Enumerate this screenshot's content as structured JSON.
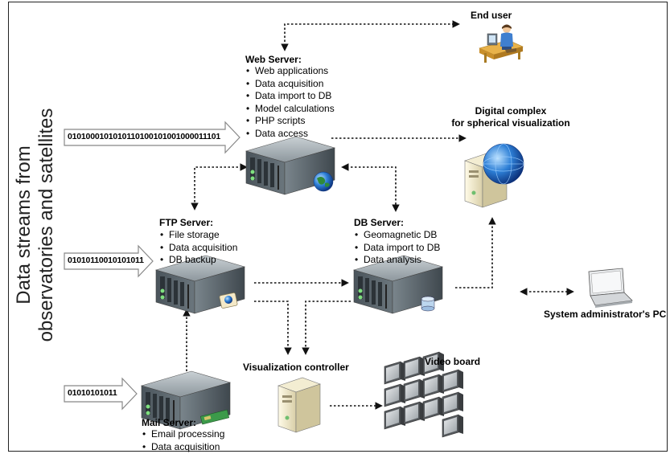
{
  "side_label": {
    "line1": "Data streams from",
    "line2": "observatories and satellites"
  },
  "end_user": {
    "title": "End user"
  },
  "web_server": {
    "title": "Web Server:",
    "items": [
      "Web applications",
      "Data acquisition",
      "Data import to DB",
      "Model calculations",
      "PHP scripts",
      "Data access"
    ]
  },
  "digital_complex": {
    "line1": "Digital complex",
    "line2": "for spherical visualization"
  },
  "ftp_server": {
    "title": "FTP Server:",
    "items": [
      "File storage",
      "Data acquisition",
      "DB backup"
    ]
  },
  "db_server": {
    "title": "DB Server:",
    "items": [
      "Geomagnetic DB",
      "Data import to DB",
      "Data analysis"
    ]
  },
  "sysadmin": {
    "title": "System administrator's PC"
  },
  "viz_controller": {
    "title": "Visualization controller"
  },
  "video_board": {
    "title": "Video board"
  },
  "mail_server": {
    "title": "Mail Server:",
    "items": [
      "Email processing",
      "Data acquisition"
    ]
  },
  "streams": {
    "web": "0101000101010110100101001000011101",
    "ftp": "01010110010101011",
    "mail": "01010101011"
  },
  "colors": {
    "arrow_outline": "#888888",
    "line": "#111111",
    "globe": "#1e5fbf",
    "server_body": "#5e6a72"
  }
}
